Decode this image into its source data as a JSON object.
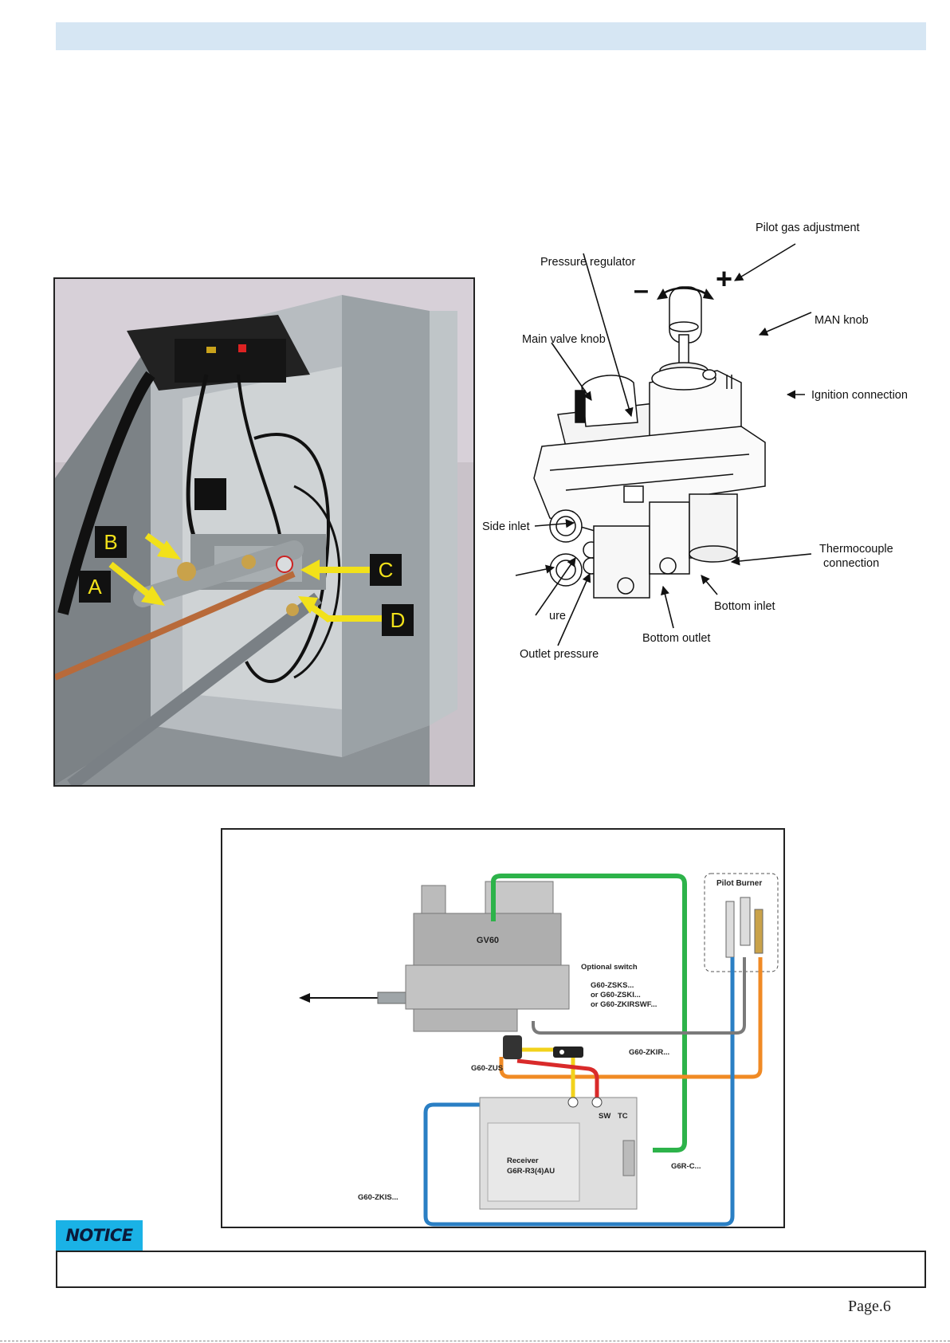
{
  "photo": {
    "labels": {
      "a": "A",
      "b": "B",
      "c": "C",
      "d": "D"
    }
  },
  "valve_diagram": {
    "labels": {
      "pilot_gas_adjustment": "Pilot gas adjustment",
      "pressure_regulator": "Pressure regulator",
      "man_knob": "MAN knob",
      "main_valve_knob": "Main valve knob",
      "ignition_connection": "Ignition connection",
      "side_inlet": "Side inlet",
      "thermocouple_connection_1": "Thermocouple",
      "thermocouple_connection_2": "connection",
      "bottom_inlet": "Bottom inlet",
      "inlet_pressure_partial": "ure",
      "bottom_outlet": "Bottom outlet",
      "outlet_pressure": "Outlet pressure",
      "minus": "–",
      "plus": "+"
    }
  },
  "wiring_diagram": {
    "labels": {
      "pilot_burner": "Pilot Burner",
      "gv60": "GV60",
      "optional_switch": "Optional switch",
      "switch_model_1": "G60-ZSKS...",
      "switch_model_2": "or G60-ZSKI...",
      "switch_model_3": "or G60-ZKIRSWF...",
      "g60_zkir": "G60-ZKIR...",
      "g60_zus": "G60-ZUS",
      "sw": "SW",
      "tc": "TC",
      "receiver_1": "Receiver",
      "receiver_2": "G6R-R3(4)AU",
      "g6r_c": "G6R-C...",
      "g60_zkis": "G60-ZKIS..."
    },
    "colors": {
      "green": "#2db34a",
      "yellow": "#f2d21b",
      "red": "#d92a2a",
      "orange": "#f08a24",
      "blue": "#2a7fc4",
      "gray": "#7a7a7a"
    }
  },
  "notice": {
    "badge": "NOTICE",
    "text": ""
  },
  "footer": {
    "page": "Page.6"
  }
}
